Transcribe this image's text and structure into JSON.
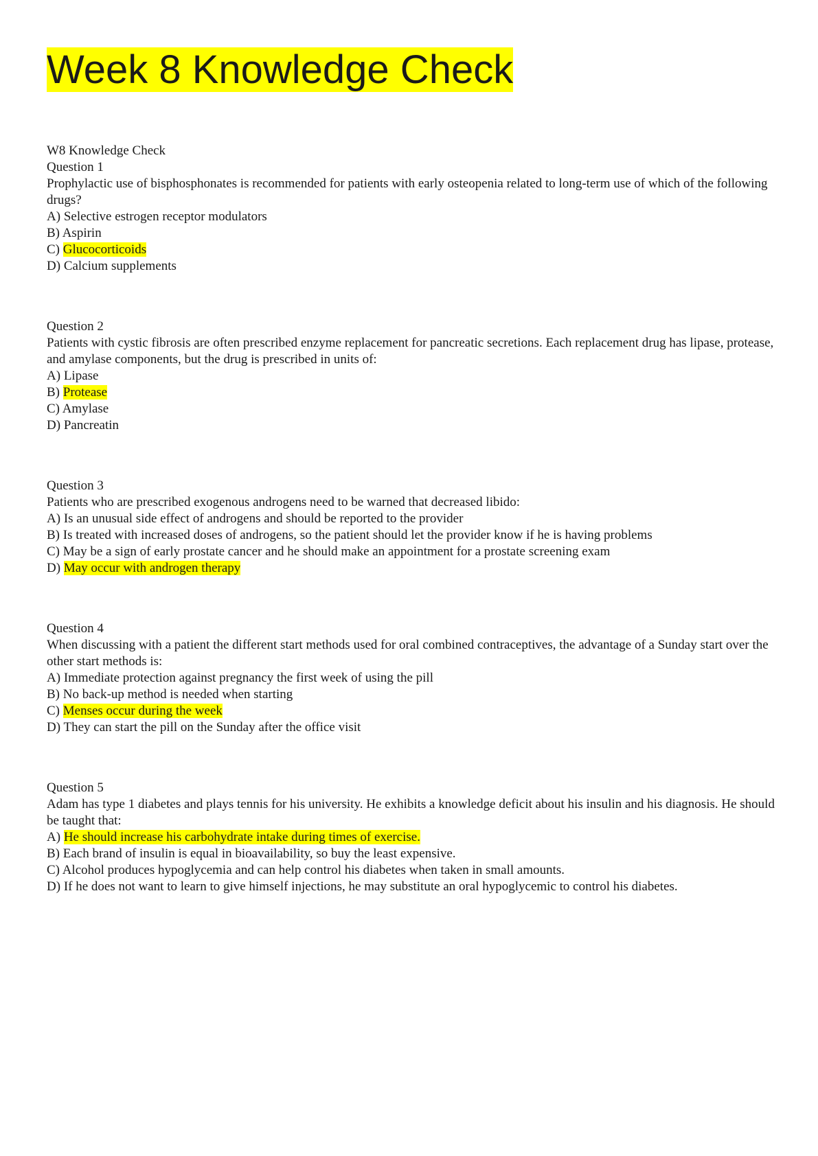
{
  "title": "Week 8 Knowledge Check",
  "subtitle": "W8 Knowledge Check",
  "highlight_color": "#ffff00",
  "questions": [
    {
      "number": "Question 1",
      "text": "Prophylactic use of bisphosphonates is recommended for patients with early osteopenia related to long-term use of which of the following drugs?",
      "options": [
        {
          "letter": "A)",
          "text": "Selective estrogen receptor modulators",
          "highlighted": false
        },
        {
          "letter": "B)",
          "text": "Aspirin",
          "highlighted": false
        },
        {
          "letter": "C)",
          "text": "Glucocorticoids",
          "highlighted": true
        },
        {
          "letter": "D)",
          "text": "Calcium supplements",
          "highlighted": false
        }
      ]
    },
    {
      "number": "Question 2",
      "text": "Patients with cystic fibrosis are often prescribed enzyme replacement for pancreatic secretions. Each replacement drug has lipase, protease, and amylase components, but the drug is prescribed in units of:",
      "options": [
        {
          "letter": "A)",
          "text": "Lipase",
          "highlighted": false
        },
        {
          "letter": "B)",
          "text": "Protease",
          "highlighted": true
        },
        {
          "letter": "C)",
          "text": "Amylase",
          "highlighted": false
        },
        {
          "letter": "D)",
          "text": "Pancreatin",
          "highlighted": false
        }
      ]
    },
    {
      "number": "Question 3",
      "text": "Patients who are prescribed exogenous androgens need to be warned that decreased libido:",
      "options": [
        {
          "letter": "A)",
          "text": "Is an unusual side effect of androgens and should be reported to the provider",
          "highlighted": false
        },
        {
          "letter": "B)",
          "text": "Is treated with increased doses of androgens, so the patient should let the provider know if he is having problems",
          "highlighted": false
        },
        {
          "letter": "C)",
          "text": "May be a sign of early prostate cancer and he should make an appointment for a prostate screening exam",
          "highlighted": false
        },
        {
          "letter": "D)",
          "text": "May occur with androgen therapy",
          "highlighted": true
        }
      ]
    },
    {
      "number": "Question 4",
      "text": "When discussing with a patient the different start methods used for oral combined contraceptives, the advantage of a Sunday start over the other start methods is:",
      "options": [
        {
          "letter": "A)",
          "text": "Immediate protection against pregnancy the first week of using the pill",
          "highlighted": false
        },
        {
          "letter": "B)",
          "text": "No back-up method is needed when starting",
          "highlighted": false
        },
        {
          "letter": "C)",
          "text": "Menses occur during the week",
          "highlighted": true
        },
        {
          "letter": "D)",
          "text": "They can start the pill on the Sunday after the office visit",
          "highlighted": false
        }
      ]
    },
    {
      "number": "Question 5",
      "text": "Adam has type 1 diabetes and plays tennis for his university. He exhibits a knowledge deficit about his insulin and his diagnosis. He should be taught that:",
      "options": [
        {
          "letter": "A)",
          "text": "He should increase his carbohydrate intake during times of exercise.",
          "highlighted": true
        },
        {
          "letter": "B)",
          "text": "Each brand of insulin is equal in bioavailability, so buy the least expensive.",
          "highlighted": false
        },
        {
          "letter": "C)",
          "text": "Alcohol produces hypoglycemia and can help control his diabetes when taken in small amounts.",
          "highlighted": false
        },
        {
          "letter": "D)",
          "text": "If he does not want to learn to give himself injections, he may substitute an oral hypoglycemic to control his diabetes.",
          "highlighted": false
        }
      ]
    }
  ]
}
